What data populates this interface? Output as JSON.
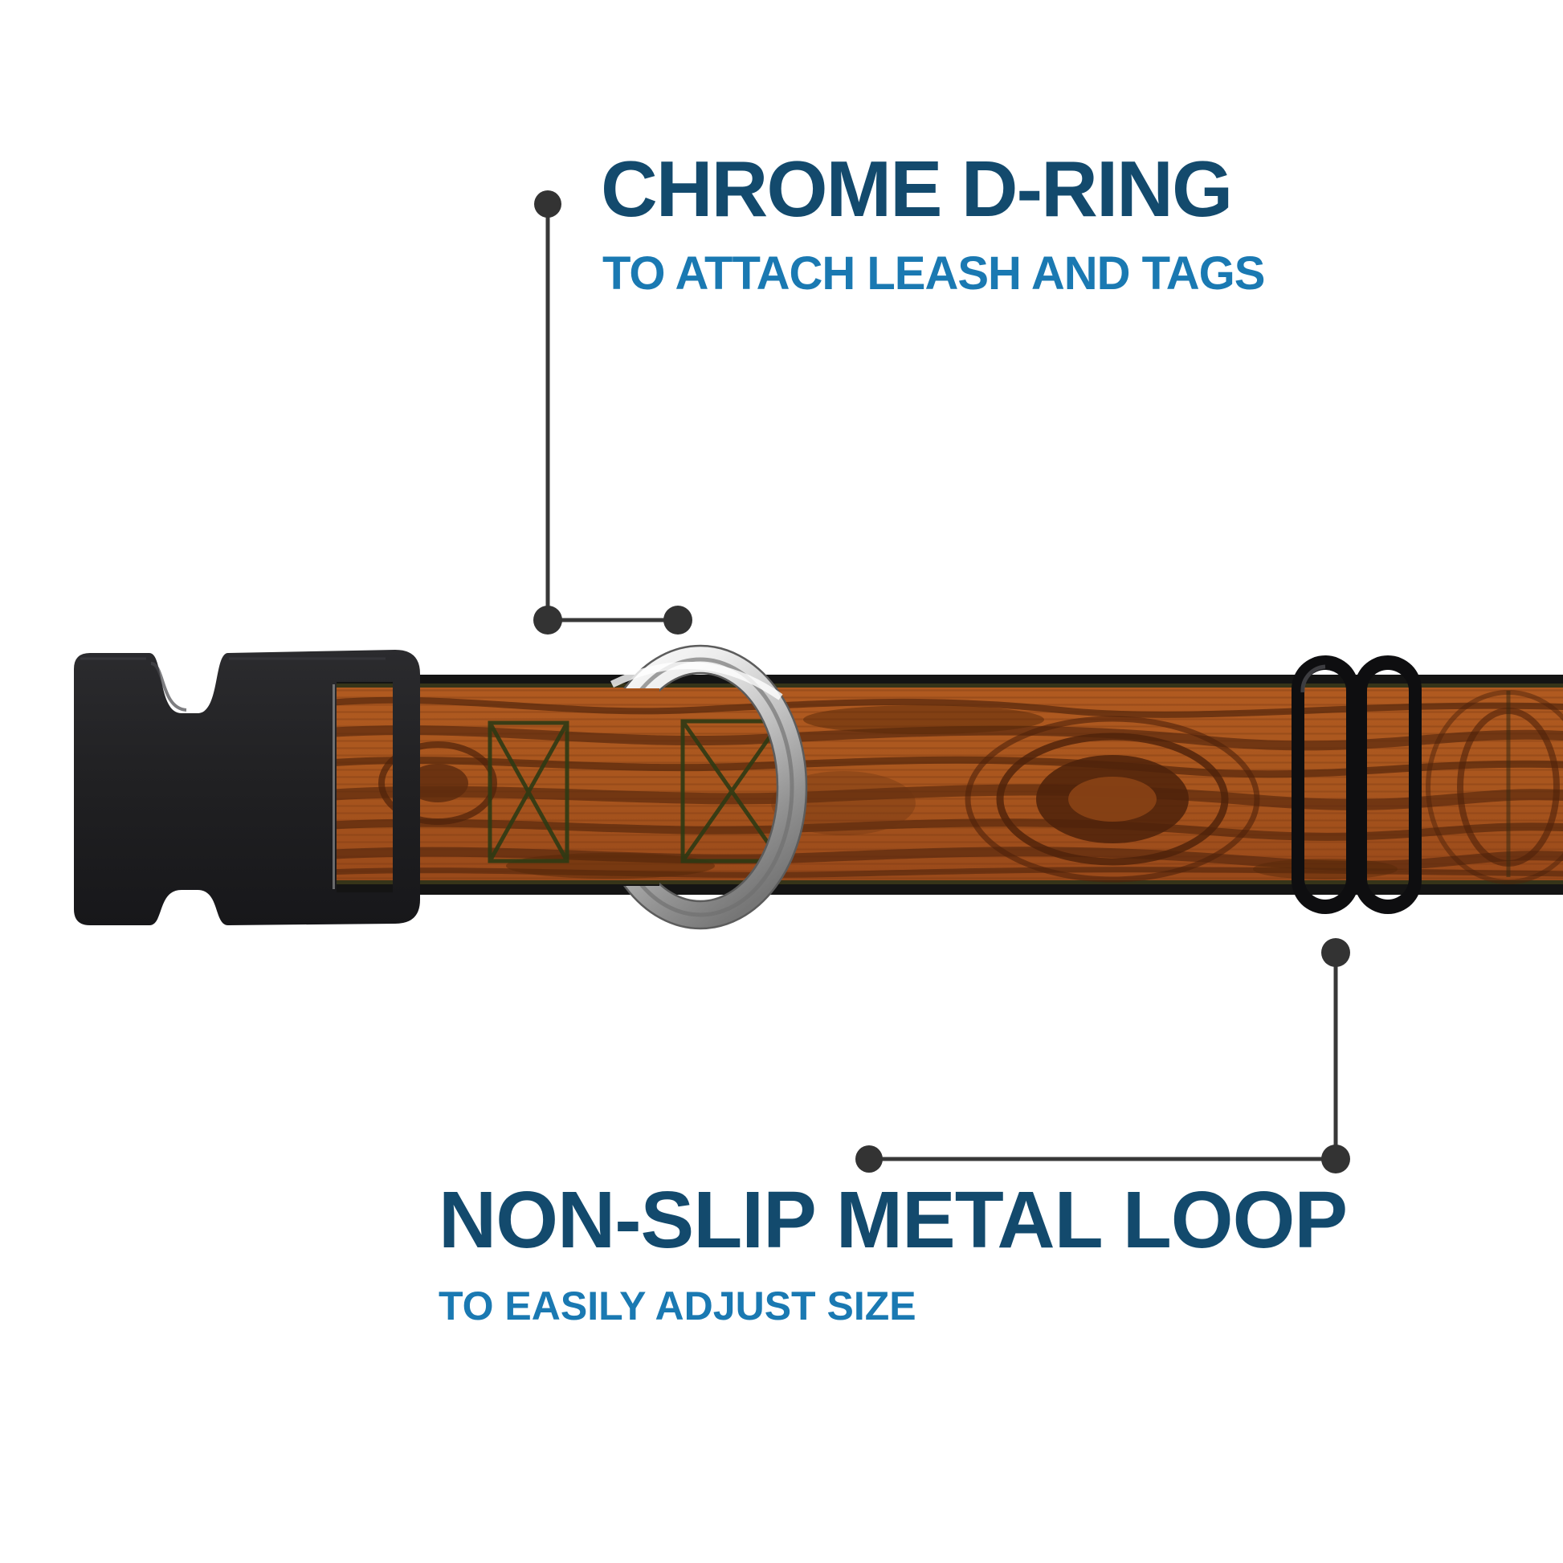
{
  "page": {
    "background": "#ffffff"
  },
  "callouts": [
    {
      "title": "CHROME D-RING",
      "subtitle": "TO ATTACH LEASH AND TAGS",
      "points_to": "chrome-d-ring"
    },
    {
      "title": "NON-SLIP METAL LOOP",
      "subtitle": "TO EASILY ADJUST SIZE",
      "points_to": "slide-adjuster-loop"
    }
  ],
  "colors": {
    "title-navy": "#134a6d",
    "subtitle-blue": "#1a79b2",
    "leader-line": "#383838",
    "leader-dot": "#333333",
    "webbing-base": "#a9561e",
    "webbing-grain": "#5a2a0e",
    "webbing-edge": "#141414",
    "stitch-olive": "#2e3a14",
    "chrome-light": "#f7f7f7",
    "chrome-dark": "#787878",
    "plastic-black": "#1e1e20"
  }
}
